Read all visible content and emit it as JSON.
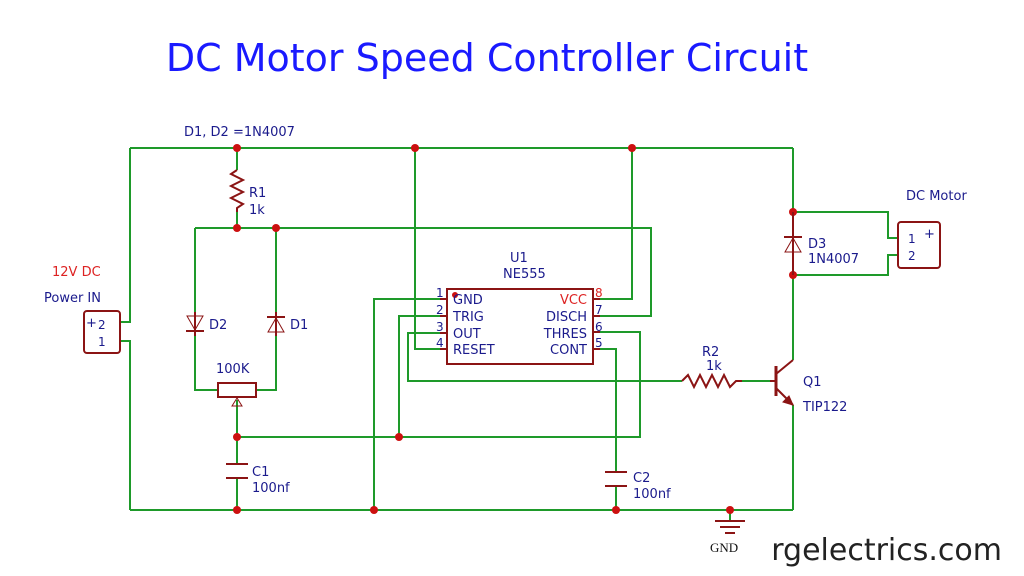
{
  "title": "DC Motor Speed Controller Circuit",
  "watermark": "rgelectrics.com",
  "colors": {
    "title": "#1a1aff",
    "wire": "#1e9a2a",
    "component": "#8b1414",
    "junction": "#cc1010",
    "label": "#1a1a8c",
    "label_red": "#dd2222"
  },
  "labels": {
    "diode_note": "D1, D2 =1N4007",
    "power_in_top": "12V DC",
    "power_in_bottom": "Power IN",
    "motor": "DC Motor"
  },
  "power_connector": {
    "pin_top": "2",
    "pin_bottom": "1",
    "polarity": "+"
  },
  "motor_connector": {
    "pin_top": "1",
    "pin_bottom": "2",
    "polarity": "+"
  },
  "components": {
    "r1": {
      "ref": "R1",
      "value": "1k"
    },
    "r2": {
      "ref": "R2",
      "value": "1k"
    },
    "d1": {
      "ref": "D1"
    },
    "d2": {
      "ref": "D2"
    },
    "d3": {
      "ref": "D3",
      "value": "1N4007"
    },
    "pot": {
      "value": "100K"
    },
    "c1": {
      "ref": "C1",
      "value": "100nf"
    },
    "c2": {
      "ref": "C2",
      "value": "100nf"
    },
    "q1": {
      "ref": "Q1",
      "value": "TIP122"
    },
    "gnd": {
      "label": "GND"
    }
  },
  "ic": {
    "ref": "U1",
    "part": "NE555",
    "left_pins": [
      {
        "num": "1",
        "name": "GND"
      },
      {
        "num": "2",
        "name": "TRIG"
      },
      {
        "num": "3",
        "name": "OUT"
      },
      {
        "num": "4",
        "name": "RESET"
      }
    ],
    "right_pins": [
      {
        "num": "8",
        "name": "VCC"
      },
      {
        "num": "7",
        "name": "DISCH"
      },
      {
        "num": "6",
        "name": "THRES"
      },
      {
        "num": "5",
        "name": "CONT"
      }
    ]
  }
}
